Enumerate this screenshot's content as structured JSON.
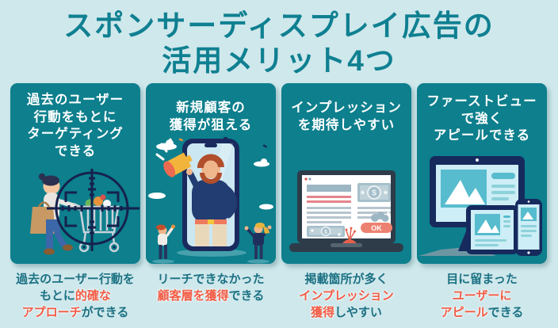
{
  "title": "スポンサーディスプレイ広告の\n活用メリット4つ",
  "colors": {
    "background": "#cfe8ec",
    "card_background": "#0d7f8d",
    "title_text": "#0f8091",
    "card_heading_text": "#ffffff",
    "caption_text": "#1b7183",
    "caption_accent": "#f15b44",
    "illustration_navy": "#1a2a5e",
    "illustration_coral": "#ec6a4f",
    "illustration_yellow": "#f3b43c"
  },
  "cards": [
    {
      "heading": "過去のユーザー\n行動をもとに\nターゲティング\nできる",
      "illustration": "woman-cart-targeting",
      "caption": [
        [
          {
            "t": "過去のユーザー行動を"
          }
        ],
        [
          {
            "t": "もとに"
          },
          {
            "t": "的確な",
            "a": true
          }
        ],
        [
          {
            "t": "アプローチ",
            "a": true
          },
          {
            "t": "ができる"
          }
        ]
      ]
    },
    {
      "heading": "新規顧客の\n獲得が狙える",
      "illustration": "megaphone-man-in-smartphone",
      "caption": [
        [
          {
            "t": "リーチできなかった"
          }
        ],
        [
          {
            "t": "顧客層を獲得",
            "a": true
          },
          {
            "t": "できる"
          }
        ]
      ]
    },
    {
      "heading": "インプレッション\nを期待しやすい",
      "illustration": "laptop-ad-impressions",
      "screen_labels": {
        "ok": "OK",
        "currency": "$"
      },
      "caption": [
        [
          {
            "t": "掲載箇所が多く"
          }
        ],
        [
          {
            "t": "インプレッション",
            "a": true
          }
        ],
        [
          {
            "t": "獲得",
            "a": true
          },
          {
            "t": "しやすい"
          }
        ]
      ]
    },
    {
      "heading": "ファーストビュー\nで強く\nアピールできる",
      "illustration": "responsive-devices-first-view",
      "caption": [
        [
          {
            "t": "目に留まった"
          }
        ],
        [
          {
            "t": "ユーザーに",
            "a": true
          }
        ],
        [
          {
            "t": "アピール",
            "a": true
          },
          {
            "t": "できる"
          }
        ]
      ]
    }
  ]
}
